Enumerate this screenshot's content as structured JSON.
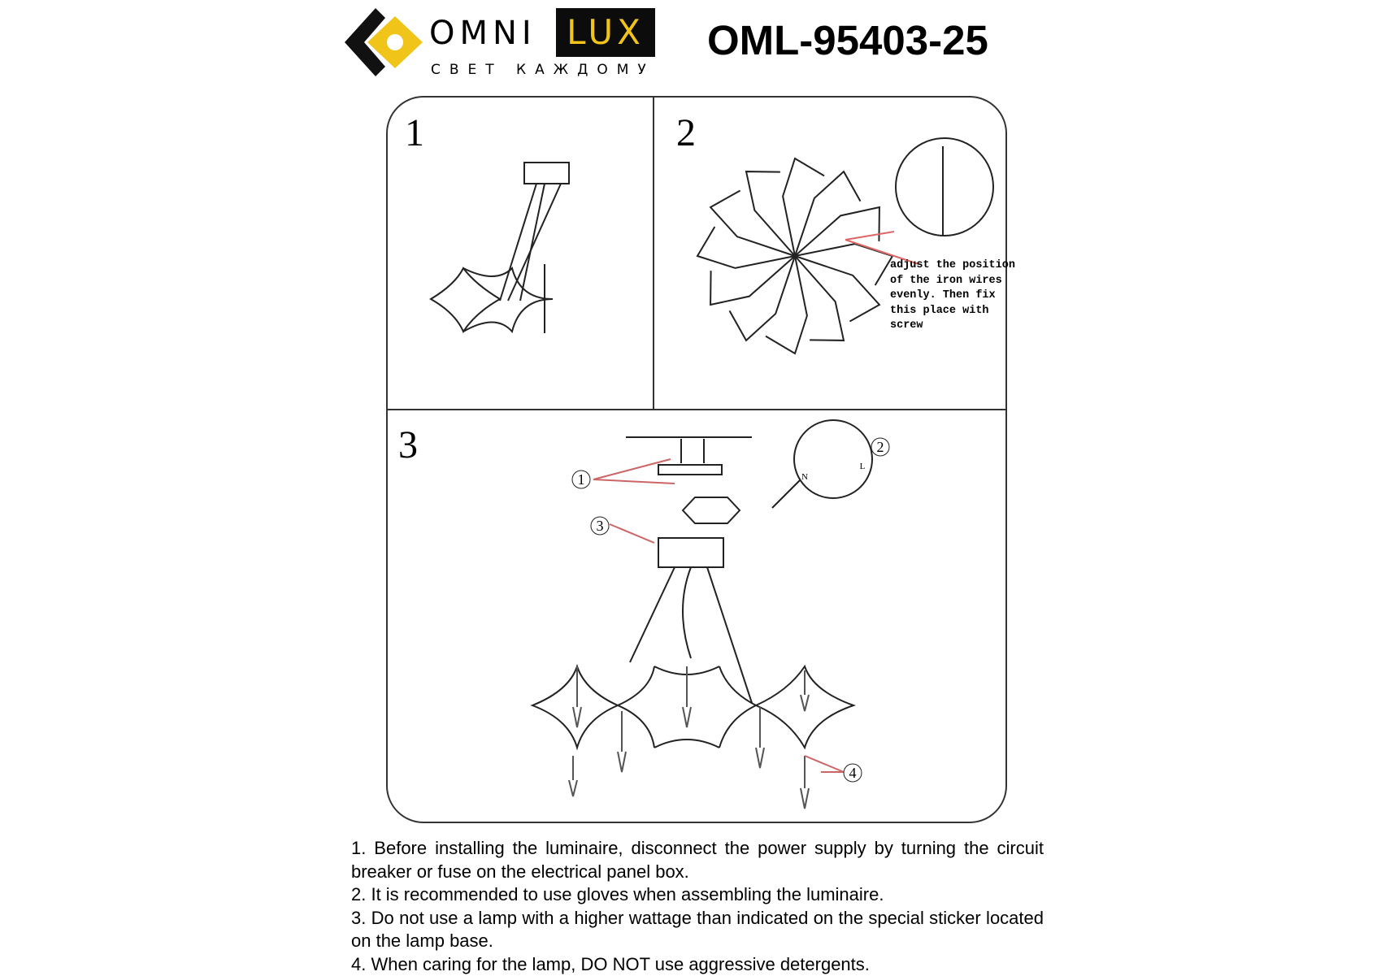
{
  "brand": {
    "name_left": "OMNI",
    "name_right": "LUX",
    "tagline": "СВЕТ КАЖДОМУ",
    "accent": "#f0c419"
  },
  "model": "OML-95403-25",
  "steps": [
    "1",
    "2",
    "3"
  ],
  "step2_note": "adjust the position\nof the iron wires\nevenly. Then fix\nthis place with\nscrew",
  "callouts": [
    "1",
    "2",
    "3",
    "4"
  ],
  "wiring_labels": {
    "live": "L",
    "neutral": "N"
  },
  "instructions": [
    "1. Before installing the luminaire, disconnect the power supply by turning the circuit breaker or fuse on the electrical panel box.",
    "2. It is recommended to use gloves when assembling the luminaire.",
    "3. Do not use a lamp with a higher wattage than indicated on the special sticker located on the lamp base.",
    "4. When caring for the lamp, DO NOT use aggressive detergents."
  ]
}
